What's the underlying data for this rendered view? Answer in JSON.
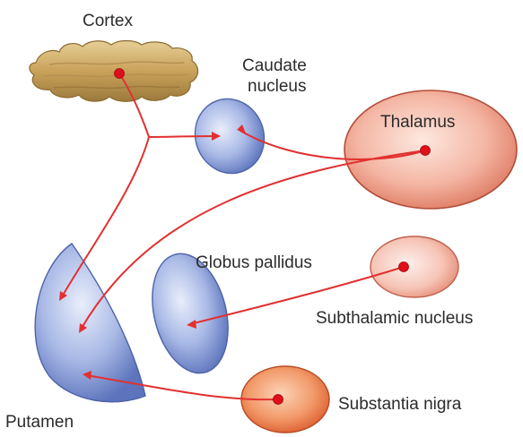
{
  "labels": {
    "cortex": "Cortex",
    "caudate_line1": "Caudate",
    "caudate_line2": "nucleus",
    "thalamus": "Thalamus",
    "globus_pallidus": "Globus pallidus",
    "subthalamic_nucleus": "Subthalamic nucleus",
    "substantia_nigra": "Substantia nigra",
    "putamen": "Putamen"
  },
  "colors": {
    "pathway": "#e23030",
    "dot": "#e0101a",
    "blue_structure": "#7f97d6",
    "salmon_structure": "#ee9a86",
    "orange_structure": "#ef7a48",
    "cortex_tan": "#c9a25a"
  }
}
